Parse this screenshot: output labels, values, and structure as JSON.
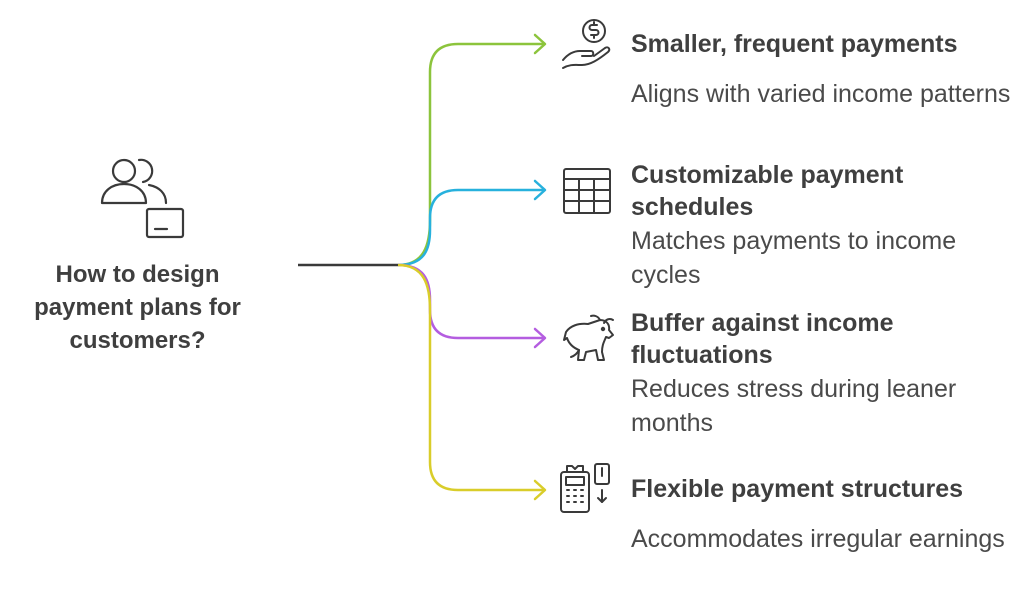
{
  "root": {
    "title": "How to design payment plans for customers?",
    "icon": "users-payment-card-icon"
  },
  "items": [
    {
      "title": "Smaller, frequent payments",
      "description": "Aligns with varied income patterns",
      "icon": "hand-coin-icon",
      "color": "#8cc43c"
    },
    {
      "title": "Customizable payment schedules",
      "description": "Matches payments to income cycles",
      "icon": "calendar-grid-icon",
      "color": "#27b1dd"
    },
    {
      "title": "Buffer against income fluctuations",
      "description": "Reduces stress during leaner months",
      "icon": "bull-icon",
      "color": "#b45de0"
    },
    {
      "title": "Flexible payment structures",
      "description": "Accommodates irregular earnings",
      "icon": "payment-terminal-icon",
      "color": "#d9cd2a"
    }
  ],
  "colors": {
    "text": "#3f3f3f",
    "stem": "#3a3a3a"
  }
}
